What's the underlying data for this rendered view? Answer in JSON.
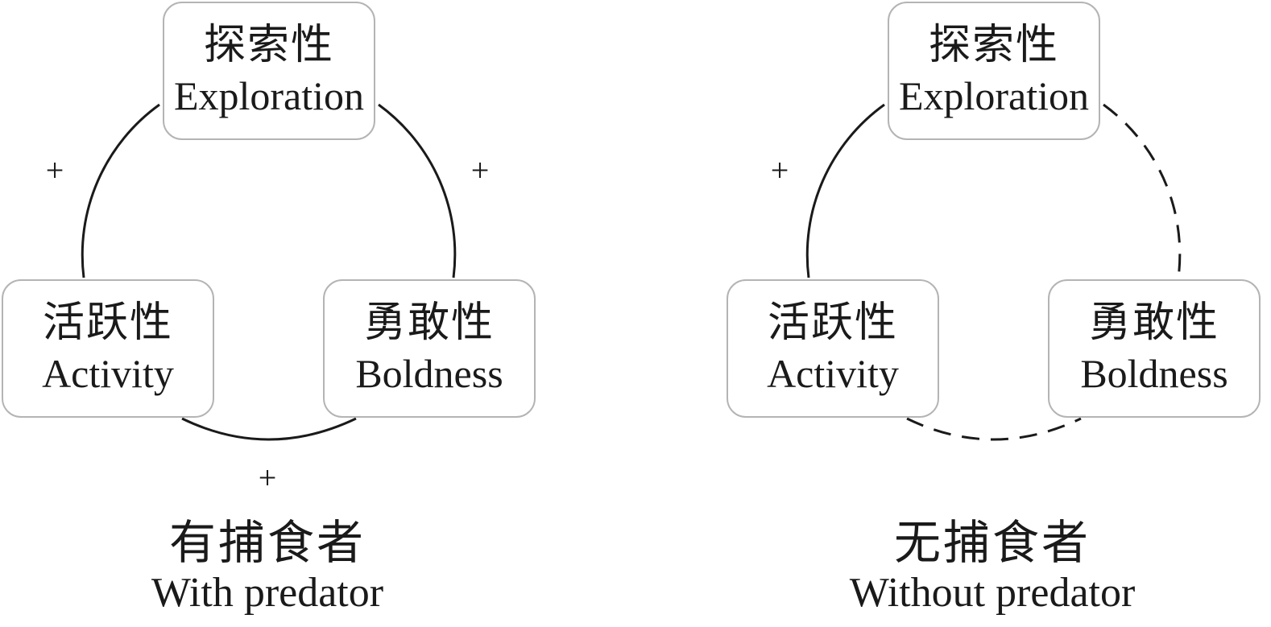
{
  "diagrams": [
    {
      "nodes": {
        "top": {
          "zh": "探索性",
          "en": "Exploration"
        },
        "left": {
          "zh": "活跃性",
          "en": "Activity"
        },
        "right": {
          "zh": "勇敢性",
          "en": "Boldness"
        }
      },
      "links": {
        "left_top": {
          "style": "solid",
          "sign": "+"
        },
        "top_right": {
          "style": "solid",
          "sign": "+"
        },
        "left_right": {
          "style": "solid",
          "sign": "+"
        }
      },
      "caption": {
        "zh": "有捕食者",
        "en": "With predator"
      }
    },
    {
      "nodes": {
        "top": {
          "zh": "探索性",
          "en": "Exploration"
        },
        "left": {
          "zh": "活跃性",
          "en": "Activity"
        },
        "right": {
          "zh": "勇敢性",
          "en": "Boldness"
        }
      },
      "links": {
        "left_top": {
          "style": "solid",
          "sign": "+"
        },
        "top_right": {
          "style": "dashed"
        },
        "left_right": {
          "style": "dashed"
        }
      },
      "caption": {
        "zh": "无捕食者",
        "en": "Without predator"
      }
    }
  ],
  "colors": {
    "line": "#1a1a1a",
    "box_border": "#b4b4b4"
  }
}
